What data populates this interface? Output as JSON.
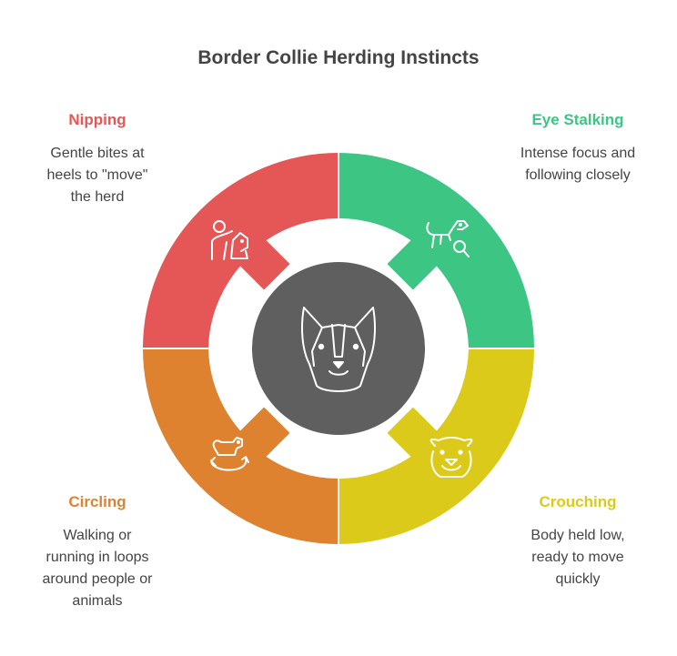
{
  "title": "Border Collie Herding Instincts",
  "colors": {
    "nipping": "#E55757",
    "eye_stalking": "#3DC683",
    "circling": "#DF8230",
    "crouching": "#DCCA1A",
    "center": "#5F5F5F",
    "text": "#444444"
  },
  "segments": [
    {
      "key": "nipping",
      "heading": "Nipping",
      "description_lines": [
        "Gentle bites at",
        "heels to \"move\"",
        "the herd"
      ],
      "icon": "person-with-dog-icon"
    },
    {
      "key": "eye_stalking",
      "heading": "Eye Stalking",
      "description_lines": [
        "Intense focus and",
        "following closely"
      ],
      "icon": "dog-magnifier-icon"
    },
    {
      "key": "circling",
      "heading": "Circling",
      "description_lines": [
        "Walking or",
        "running in loops",
        "around people or",
        "animals"
      ],
      "icon": "dog-circling-arrows-icon"
    },
    {
      "key": "crouching",
      "heading": "Crouching",
      "description_lines": [
        "Body held low,",
        "ready to move",
        "quickly"
      ],
      "icon": "bulldog-face-icon"
    }
  ],
  "center_icon": "collie-face-icon"
}
